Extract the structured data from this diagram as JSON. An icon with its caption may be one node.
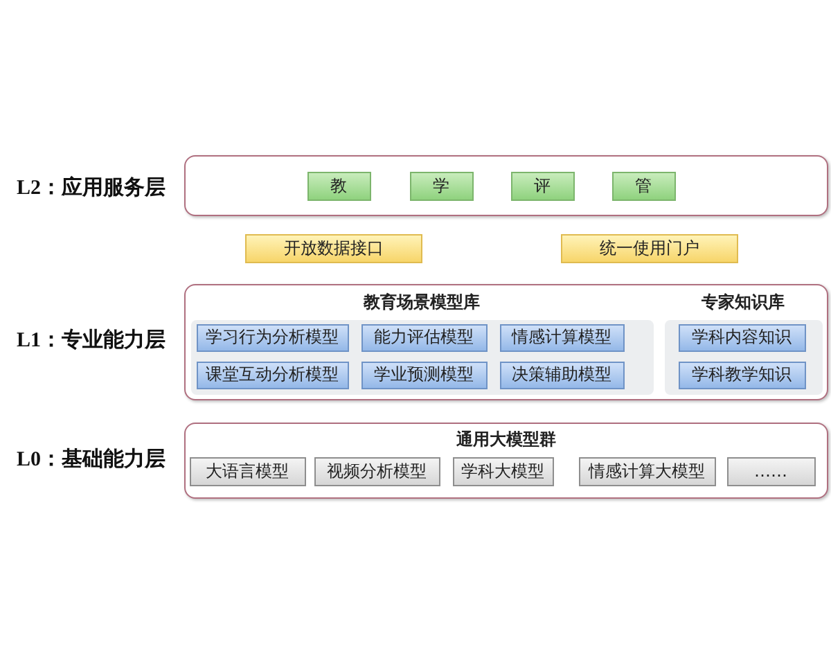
{
  "diagram": {
    "nodes": [
      {
        "text": [],
        "shape": "box",
        "beside": [
          "L2：应用服务层"
        ]
      },
      {
        "text": [
          "教"
        ],
        "in": 0
      },
      {
        "text": [
          "学"
        ],
        "in": 0
      },
      {
        "text": [
          "评"
        ],
        "in": 0
      },
      {
        "text": [
          "管"
        ],
        "in": 0
      },
      {
        "text": [
          "开放数据接口"
        ]
      },
      {
        "text": [
          "统一使用门户"
        ]
      },
      {
        "text": [],
        "shape": "box",
        "beside": [
          "L1：专业能力层"
        ]
      },
      {
        "text": [
          "教育场景模型库"
        ],
        "in": 7
      },
      {
        "text": [
          "学习行为分析模型"
        ],
        "in": 8
      },
      {
        "text": [
          "能力评估模型"
        ],
        "in": 8
      },
      {
        "text": [
          "情感计算模型"
        ],
        "in": 8
      },
      {
        "text": [
          "课堂互动分析模型"
        ],
        "in": 8
      },
      {
        "text": [
          "学业预测模型"
        ],
        "in": 8
      },
      {
        "text": [
          "决策辅助模型"
        ],
        "in": 8
      },
      {
        "text": [
          "专家知识库"
        ],
        "in": 7
      },
      {
        "text": [
          "学科内容知识"
        ],
        "in": 15
      },
      {
        "text": [
          "学科教学知识"
        ],
        "in": 15
      },
      {
        "text": [
          "通用大模型群"
        ],
        "beside": [
          "L0：基础能力层"
        ]
      },
      {
        "text": [
          "大语言模型"
        ],
        "in": 18
      },
      {
        "text": [
          "视频分析模型"
        ],
        "in": 18
      },
      {
        "text": [
          "学科大模型"
        ],
        "in": 18
      },
      {
        "text": [
          "情感计算大模型"
        ],
        "in": 18
      },
      {
        "text": [
          "……"
        ],
        "in": 18
      }
    ]
  }
}
